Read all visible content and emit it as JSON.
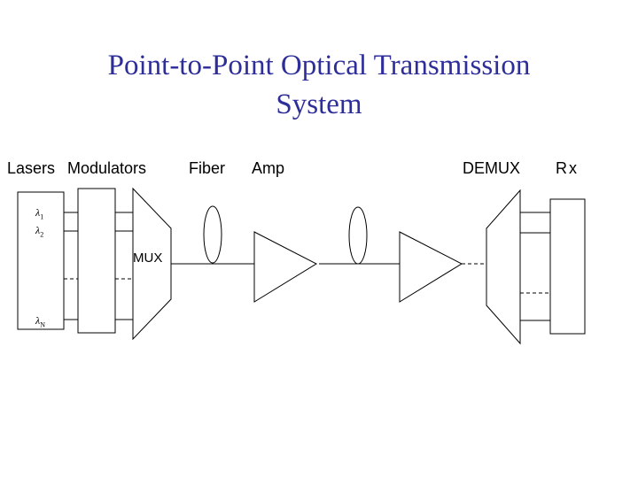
{
  "title": {
    "line1": "Point-to-Point Optical Transmission",
    "line2": "System"
  },
  "labels": {
    "lasers": "Lasers",
    "modulators": "Modulators",
    "fiber": "Fiber",
    "amp": "Amp",
    "demux": "DEMUX",
    "rx": "Rx",
    "mux": "MUX"
  },
  "wavelengths": {
    "symbol": "λ",
    "lambda1": "1",
    "lambda2": "2",
    "lambdaN": "N"
  }
}
